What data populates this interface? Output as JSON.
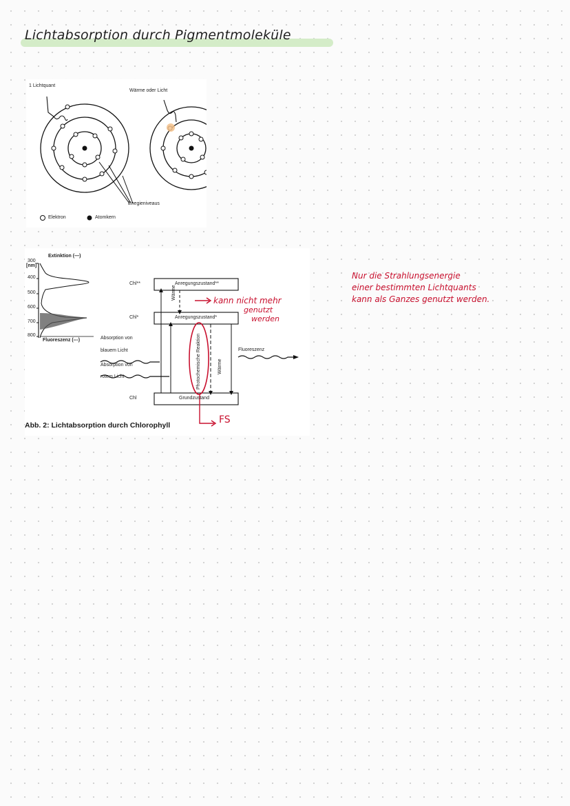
{
  "title": "Lichtabsorption durch Pigmentmoleküle",
  "atom_figure": {
    "label_lichtquant": "1 Lichtquant",
    "label_waerme_licht": "Wärme oder Licht",
    "label_energieniveaus": "Enegieniveaus",
    "legend_elektron": "Elektron",
    "legend_atomkern": "Atomkern"
  },
  "energy_figure": {
    "extinktion_label": "Extinktion (—)",
    "fluoreszenz_axis_label": "Fluoreszenz (---)",
    "axis_unit": "[nm]",
    "axis_ticks": [
      "300",
      "400",
      "500",
      "600",
      "700",
      "800"
    ],
    "level_chl2": "Chl**",
    "level_chl1": "Chl*",
    "level_chl0": "Chl",
    "state_excited2": "Anregungszustand**",
    "state_excited1": "Anregungszustand*",
    "state_ground": "Grundzustand",
    "absorption_blue_line1": "Absorption von",
    "absorption_blue_line2": "blauem Licht",
    "absorption_red_line1": "Absorption von",
    "absorption_red_line2": "rotem Licht",
    "waerme_upper": "Wärme",
    "photochem": "Photochemische Reaktion",
    "waerme_lower": "Wärme",
    "fluoreszenz": "Fluoreszenz"
  },
  "caption": "Abb. 2: Lichtabsorption durch Chlorophyll",
  "annotations": {
    "nicht_line1": "kann nicht mehr",
    "nicht_line2": "genutzt",
    "nicht_line3": "werden",
    "fs": "FS"
  },
  "side_note": {
    "line1": "Nur die Strahlungsenergie",
    "line2": "einer bestimmten Lichtquants",
    "line3": "kann als Ganzes genutzt werden."
  },
  "colors": {
    "ink": "#1f1f1f",
    "annotation_red": "#c8102e",
    "highlight_green": "#d4ecc8",
    "highlight_orange": "#f2c08a"
  }
}
